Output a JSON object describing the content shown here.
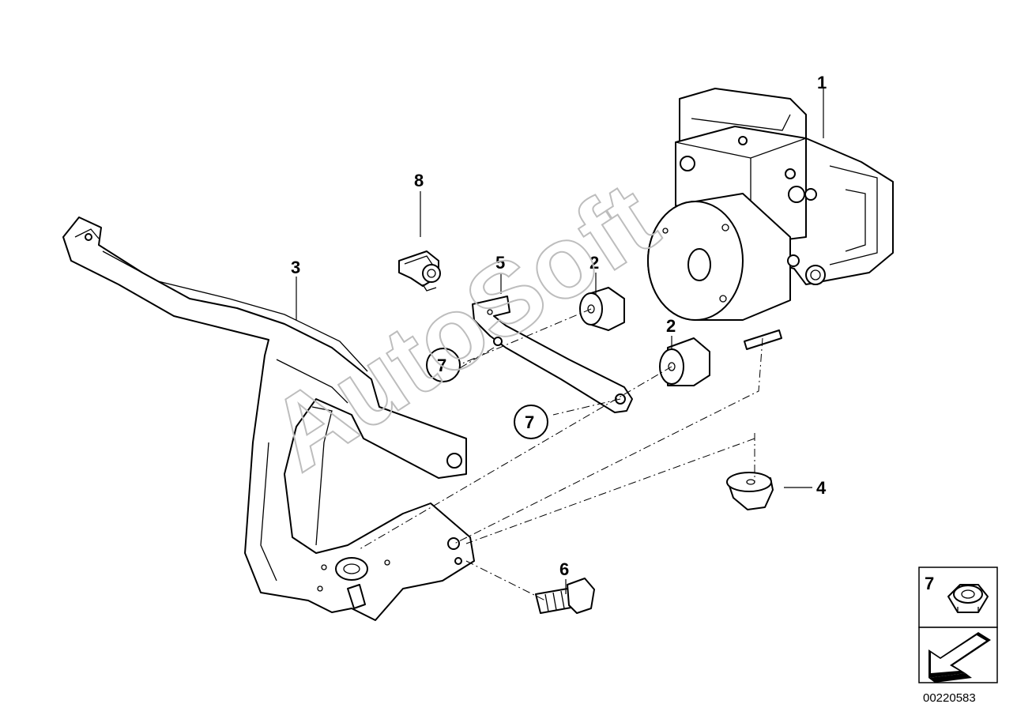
{
  "callouts": {
    "c1": "1",
    "c2a": "2",
    "c2b": "2",
    "c3": "3",
    "c4": "4",
    "c5": "5",
    "c6": "6",
    "c7a": "7",
    "c7b": "7",
    "c8": "8"
  },
  "legend": {
    "label": "7"
  },
  "watermark": "AutoSoft",
  "diagram_code": "00220583"
}
